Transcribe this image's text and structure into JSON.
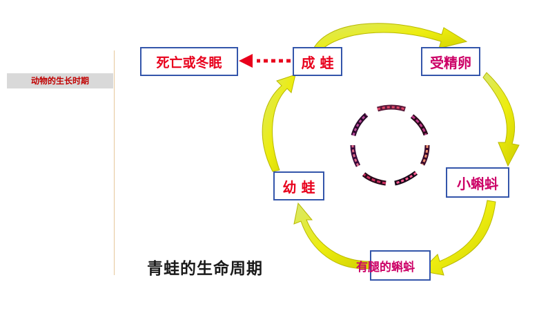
{
  "sidebar": {
    "label": "动物的生长时期"
  },
  "diagram": {
    "title": "青蛙的生命周期",
    "stages": {
      "egg": "受精卵",
      "tadpole": "小蝌蚪",
      "legged_tadpole": "有腿的蝌蚪",
      "froglet": "幼 蛙",
      "adult": "成 蛙",
      "end": "死亡或冬眠"
    },
    "colors": {
      "arrow_fill": "#ecec00",
      "arrow_stroke": "#b8b800",
      "box_border": "#3355aa",
      "red_text": "#e8001c",
      "magenta_text": "#cc0066",
      "dotted_arrow": "#e8001c"
    }
  }
}
